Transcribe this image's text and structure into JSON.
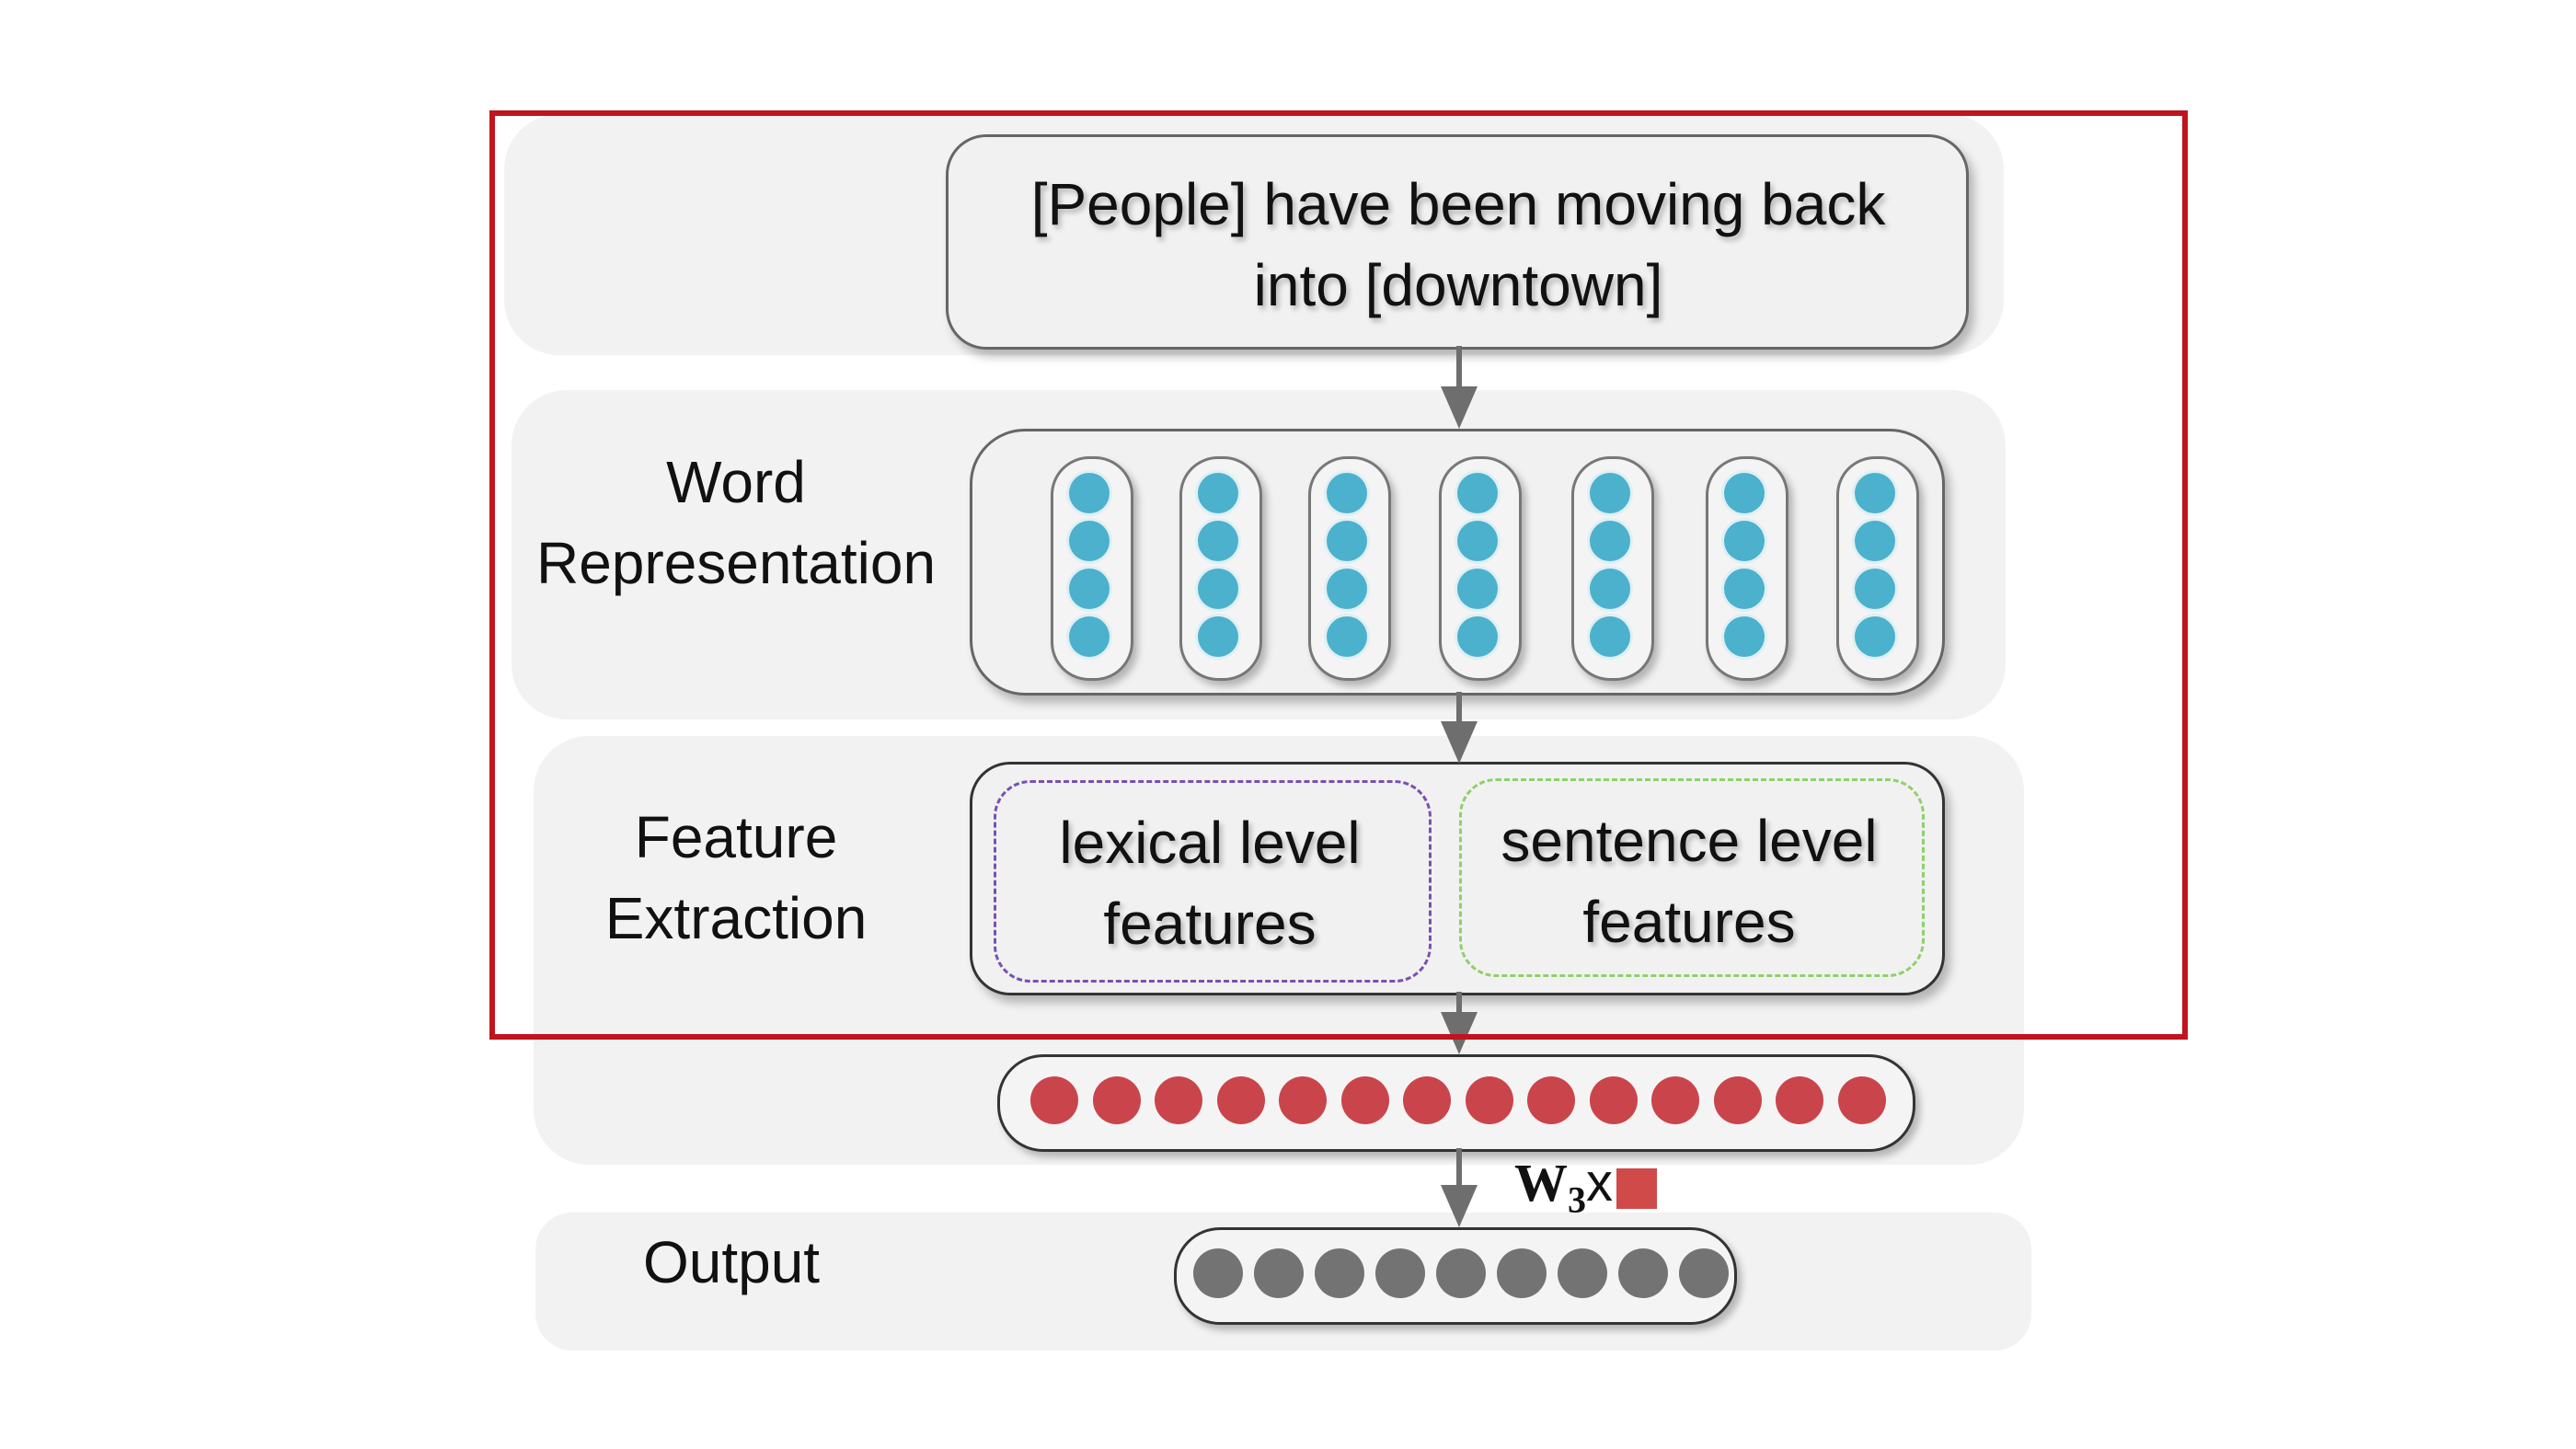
{
  "stages": {
    "input": {
      "label": "",
      "sentence": "[People] have been moving back\ninto [downtown]"
    },
    "word_representation": {
      "label": "Word\nRepresentation",
      "vector_count": 7,
      "dims_per_vector": 4
    },
    "feature_extraction": {
      "label": "Feature\nExtraction",
      "lexical": "lexical level\nfeatures",
      "sentence": "sentence level\nfeatures"
    },
    "hidden": {
      "label": "",
      "unit_count": 14
    },
    "output": {
      "label": "Output",
      "unit_count": 9
    }
  },
  "formula": {
    "weight": "W",
    "subscript": "3",
    "times": "x"
  },
  "colors": {
    "word_units": "#4bb1cc",
    "hidden_units": "#c9454b",
    "output_units": "#737373",
    "highlight": "#c0141e",
    "lexical_border": "#7a4fb5",
    "sentence_border": "#8fd06a"
  }
}
